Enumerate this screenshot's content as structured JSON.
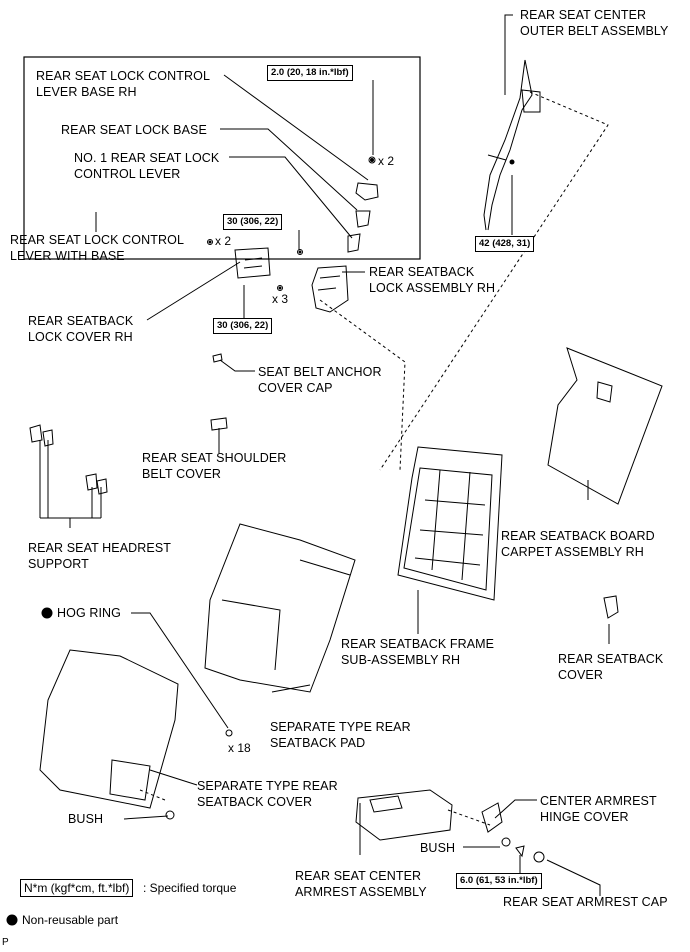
{
  "labels": {
    "center_outer_belt": "REAR SEAT CENTER\nOUTER BELT ASSEMBLY",
    "lock_control_lever_base_rh": "REAR SEAT LOCK CONTROL\nLEVER BASE RH",
    "lock_base": "REAR SEAT LOCK BASE",
    "no1_lock_control_lever": "NO. 1 REAR SEAT LOCK\nCONTROL LEVER",
    "lock_control_lever_with_base": "REAR SEAT LOCK CONTROL\nLEVER WITH BASE",
    "seatback_lock_assembly_rh": "REAR SEATBACK\nLOCK ASSEMBLY RH",
    "seatback_lock_cover_rh": "REAR SEATBACK\nLOCK COVER RH",
    "seat_belt_anchor_cover_cap": "SEAT BELT ANCHOR\nCOVER CAP",
    "shoulder_belt_cover": "REAR SEAT SHOULDER\nBELT COVER",
    "headrest_support": "REAR SEAT HEADREST\nSUPPORT",
    "board_carpet_assembly": "REAR SEATBACK BOARD\nCARPET ASSEMBLY RH",
    "hog_ring": "HOG RING",
    "frame_sub_assembly": "REAR SEATBACK FRAME\nSUB-ASSEMBLY RH",
    "seatback_cover": "REAR SEATBACK\nCOVER",
    "separate_seatback_pad": "SEPARATE TYPE REAR\nSEATBACK PAD",
    "separate_seatback_cover": "SEPARATE TYPE REAR\nSEATBACK COVER",
    "center_armrest_hinge_cover": "CENTER ARMREST\nHINGE COVER",
    "bush_left": "BUSH",
    "bush_right": "BUSH",
    "center_armrest_assembly": "REAR SEAT CENTER\nARMREST ASSEMBLY",
    "armrest_cap": "REAR SEAT ARMREST CAP"
  },
  "torques": {
    "t1": "2.0 (20, 18 in.*lbf)",
    "t2": "30 (306, 22)",
    "t3": "30 (306, 22)",
    "t4": "42 (428, 31)",
    "t5": "6.0 (61, 53 in.*lbf)"
  },
  "quantities": {
    "q1": "x 2",
    "q2": "x 2",
    "q3": "x 3",
    "q4": "x 18"
  },
  "legend": {
    "torque_unit": "N*m (kgf*cm, ft.*lbf)",
    "torque_text": ": Specified torque",
    "nonreusable": "Non-reusable part"
  },
  "footer_code": "P"
}
